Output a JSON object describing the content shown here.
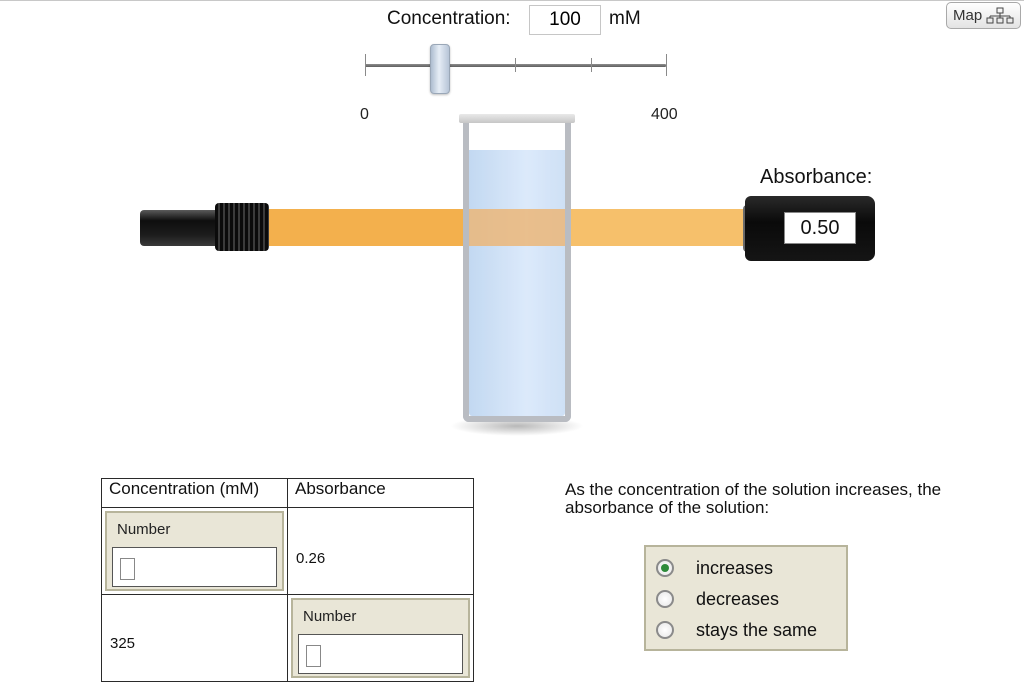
{
  "map_button": {
    "label": "Map",
    "icon": "sitemap-icon"
  },
  "concentration": {
    "label": "Concentration:",
    "value": "100",
    "unit": "mM"
  },
  "slider": {
    "min_label": "0",
    "max_label": "400",
    "value": 100,
    "min": 0,
    "max": 400
  },
  "absorbance": {
    "label": "Absorbance:",
    "value": "0.50"
  },
  "table": {
    "headers": [
      "Concentration (mM)",
      "Absorbance"
    ],
    "rows": [
      {
        "concentration_hint": "Number",
        "concentration_value": "",
        "absorbance": "0.26"
      },
      {
        "concentration": "325",
        "absorbance_hint": "Number",
        "absorbance_value": ""
      }
    ]
  },
  "question": {
    "text": "As the concentration of the solution increases, the absorbance of the solution:",
    "options": [
      "increases",
      "decreases",
      "stays the same"
    ],
    "selected": "increases"
  },
  "colors": {
    "beam": "#f3b04d",
    "solution": "#cfe1f7",
    "panel": "#e9e6d7",
    "panel_border": "#b7b49b",
    "selected_radio": "#2e8b3a"
  }
}
